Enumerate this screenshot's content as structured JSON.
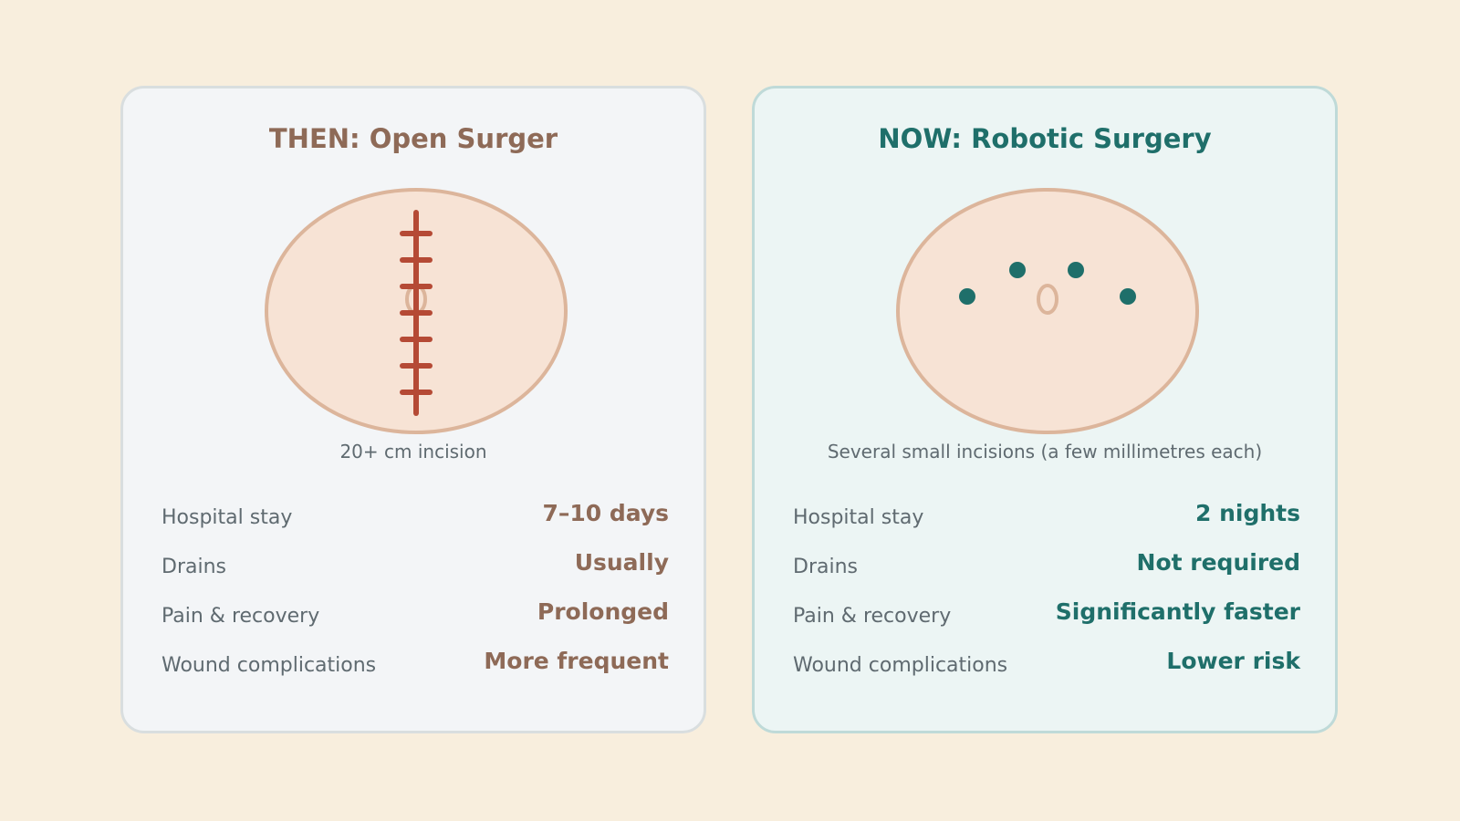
{
  "then": {
    "title": "THEN: Open Surger",
    "caption": "20+ cm incision",
    "rows": [
      {
        "label": "Hospital stay",
        "value": "7–10 days"
      },
      {
        "label": "Drains",
        "value": "Usually"
      },
      {
        "label": "Pain & recovery",
        "value": "Prolonged"
      },
      {
        "label": "Wound complications",
        "value": "More frequent"
      }
    ]
  },
  "now": {
    "title": "NOW: Robotic Surgery",
    "caption": "Several small incisions (a few millimetres each)",
    "rows": [
      {
        "label": "Hospital stay",
        "value": "2 nights"
      },
      {
        "label": "Drains",
        "value": "Not required"
      },
      {
        "label": "Pain & recovery",
        "value": "Significantly faster"
      },
      {
        "label": "Wound complications",
        "value": "Lower risk"
      }
    ]
  },
  "colors": {
    "background": "#f8eedd",
    "then_accent": "#8e6a57",
    "now_accent": "#1f6f6a",
    "skin": "#f7e3d5",
    "skin_outline": "#dcb59b",
    "incision": "#b54a35"
  }
}
